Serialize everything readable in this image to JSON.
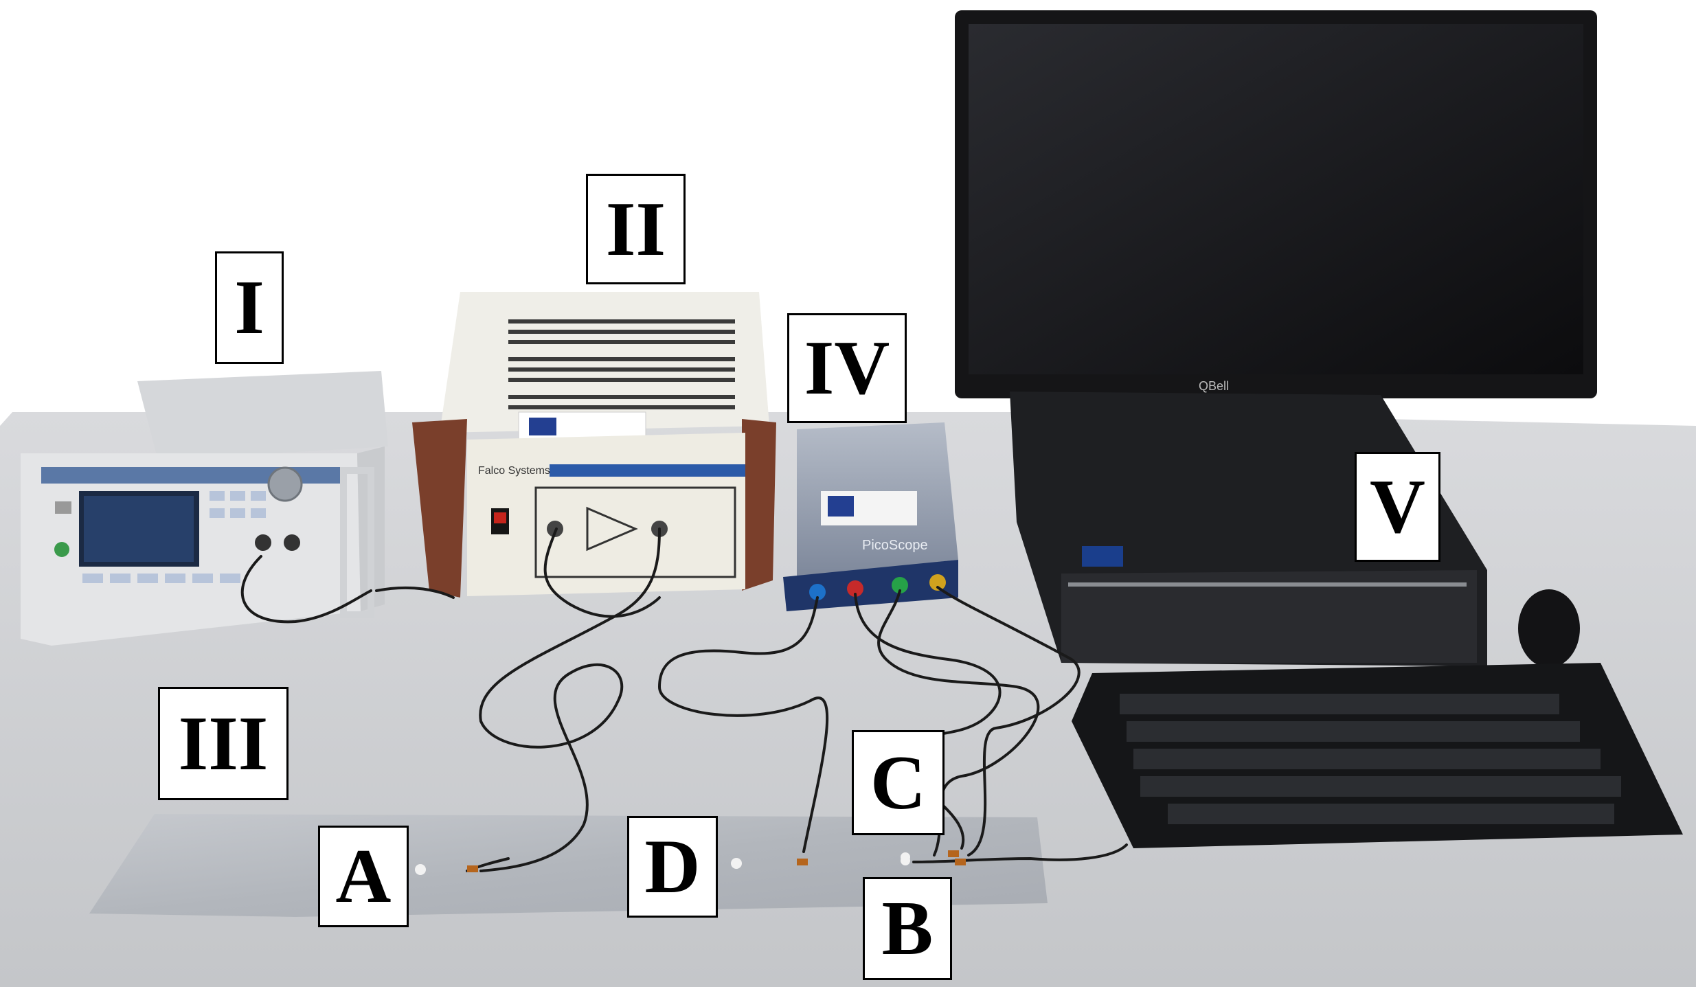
{
  "labels": {
    "I": "I",
    "II": "II",
    "III": "III",
    "IV": "IV",
    "V": "V",
    "A": "A",
    "B": "B",
    "C": "C",
    "D": "D"
  },
  "device_text": {
    "amplifier_brand": "Falco Systems",
    "scope_brand": "PicoScope",
    "monitor_brand": "QBell"
  },
  "colors": {
    "table": "#cfd0d3",
    "amplifier_wood": "#7a3f2b",
    "amplifier_panel": "#eeece3",
    "generator_body": "#e7e8ea",
    "scope_body": "#9aa3b4",
    "pc_body": "#1e1f22",
    "plate": "#b8bcc2"
  }
}
